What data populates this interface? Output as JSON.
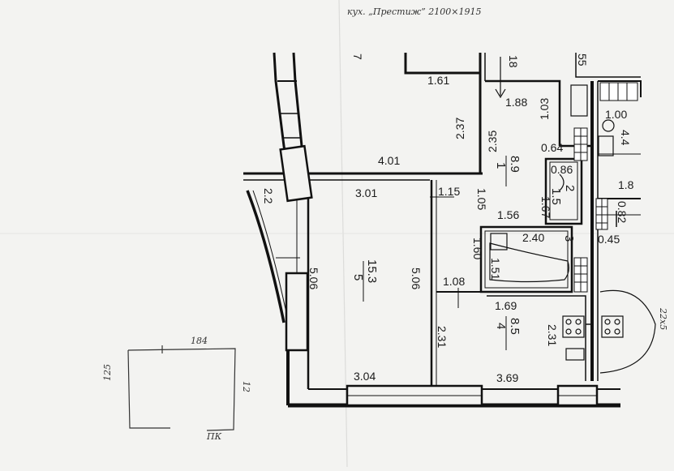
{
  "header_note": "кух. „Престиж” 2100×1915",
  "rooms": [
    {
      "id": "living",
      "number": "5",
      "area": "15.3"
    },
    {
      "id": "hall",
      "number": "1",
      "area": "8.9"
    },
    {
      "id": "toilet",
      "number": "2",
      "area": "1.5"
    },
    {
      "id": "bath",
      "number": "3",
      "area": "2.40"
    },
    {
      "id": "kitchen",
      "number": "4",
      "area": "8.5"
    }
  ],
  "dims": {
    "d_1_61": "1.61",
    "d_2_37": "2.37",
    "d_4_01": "4.01",
    "d_1_88": "1.88",
    "d_1_03": "1.03",
    "d_2_35": "2.35",
    "d_0_64": "0.64",
    "d_0_86": "0.86",
    "d_1_67": "1.67",
    "d_1_00": "1.00",
    "d_4_4": "4.4",
    "d_1_8": "1.8",
    "d_0_82": "0.82",
    "d_0_45": "0.45",
    "d_2_2": "2.2",
    "d_3_01": "3.01",
    "d_1_15": "1.15",
    "d_1_05": "1.05",
    "d_1_56": "1.56",
    "d_1_60": "1.60",
    "d_1_51": "1.51",
    "d_5_06a": "5.06",
    "d_5_06b": "5.06",
    "d_1_08": "1.08",
    "d_1_69": "1.69",
    "d_2_31a": "2.31",
    "d_2_31b": "2.31",
    "d_3_04": "3.04",
    "d_3_69": "3.69",
    "d_55": "55",
    "d_18": "18",
    "d_7": "7"
  },
  "sketch": {
    "top": "184",
    "left": "125",
    "right": "12",
    "bottom": "ПК",
    "far_right": "22х5"
  }
}
